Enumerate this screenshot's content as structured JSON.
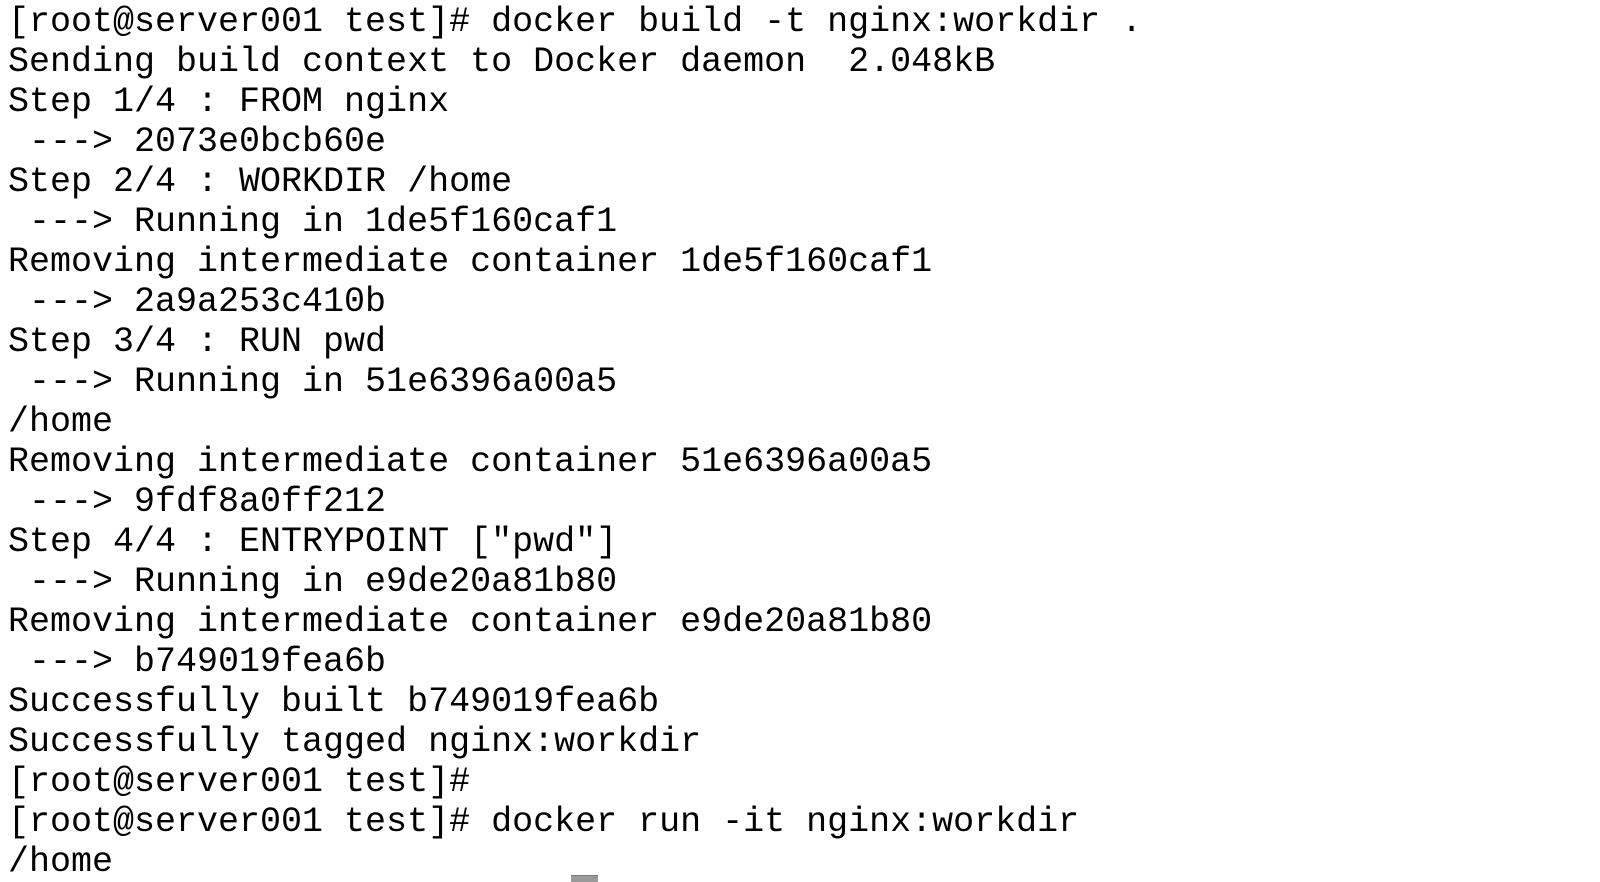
{
  "terminal": {
    "colors": {
      "background": "#ffffff",
      "text": "#000000",
      "cursor": "#9a9a9a"
    },
    "lines": [
      "[root@server001 test]# docker build -t nginx:workdir .",
      "Sending build context to Docker daemon  2.048kB",
      "Step 1/4 : FROM nginx",
      " ---> 2073e0bcb60e",
      "Step 2/4 : WORKDIR /home",
      " ---> Running in 1de5f160caf1",
      "Removing intermediate container 1de5f160caf1",
      " ---> 2a9a253c410b",
      "Step 3/4 : RUN pwd",
      " ---> Running in 51e6396a00a5",
      "/home",
      "Removing intermediate container 51e6396a00a5",
      " ---> 9fdf8a0ff212",
      "Step 4/4 : ENTRYPOINT [\"pwd\"]",
      " ---> Running in e9de20a81b80",
      "Removing intermediate container e9de20a81b80",
      " ---> b749019fea6b",
      "Successfully built b749019fea6b",
      "Successfully tagged nginx:workdir",
      "[root@server001 test]#",
      "[root@server001 test]# docker run -it nginx:workdir",
      "/home"
    ]
  }
}
